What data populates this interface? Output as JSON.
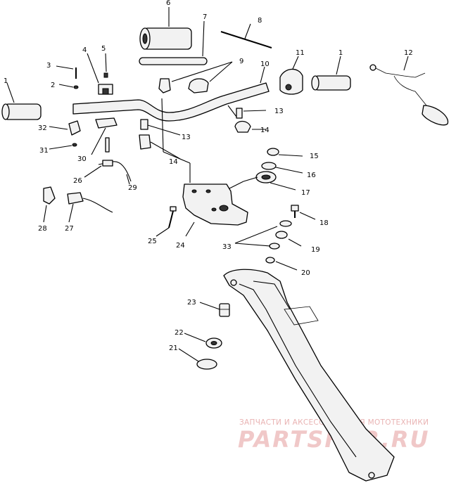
{
  "diagram": {
    "callouts": [
      {
        "id": "6",
        "text": "6"
      },
      {
        "id": "7",
        "text": "7"
      },
      {
        "id": "8",
        "text": "8"
      },
      {
        "id": "9",
        "text": "9"
      },
      {
        "id": "10",
        "text": "10"
      },
      {
        "id": "11",
        "text": "11"
      },
      {
        "id": "1r",
        "text": "1"
      },
      {
        "id": "12",
        "text": "12"
      },
      {
        "id": "1l",
        "text": "1"
      },
      {
        "id": "3",
        "text": "3"
      },
      {
        "id": "4",
        "text": "4"
      },
      {
        "id": "5",
        "text": "5"
      },
      {
        "id": "2",
        "text": "2"
      },
      {
        "id": "13a",
        "text": "13"
      },
      {
        "id": "14a",
        "text": "14"
      },
      {
        "id": "32",
        "text": "32"
      },
      {
        "id": "31",
        "text": "31"
      },
      {
        "id": "30",
        "text": "30"
      },
      {
        "id": "13b",
        "text": "13"
      },
      {
        "id": "14b",
        "text": "14"
      },
      {
        "id": "15",
        "text": "15"
      },
      {
        "id": "16",
        "text": "16"
      },
      {
        "id": "17",
        "text": "17"
      },
      {
        "id": "26",
        "text": "26"
      },
      {
        "id": "29",
        "text": "29"
      },
      {
        "id": "18",
        "text": "18"
      },
      {
        "id": "28",
        "text": "28"
      },
      {
        "id": "27",
        "text": "27"
      },
      {
        "id": "25",
        "text": "25"
      },
      {
        "id": "24",
        "text": "24"
      },
      {
        "id": "33",
        "text": "33"
      },
      {
        "id": "19",
        "text": "19"
      },
      {
        "id": "20",
        "text": "20"
      },
      {
        "id": "23",
        "text": "23"
      },
      {
        "id": "22",
        "text": "22"
      },
      {
        "id": "21",
        "text": "21"
      }
    ]
  },
  "watermark": {
    "tagline": "ЗАПЧАСТИ И АКСЕССУАРЫ ДЛЯ МОТОТЕХНИКИ",
    "brand": "PARTSFOR.RU"
  }
}
